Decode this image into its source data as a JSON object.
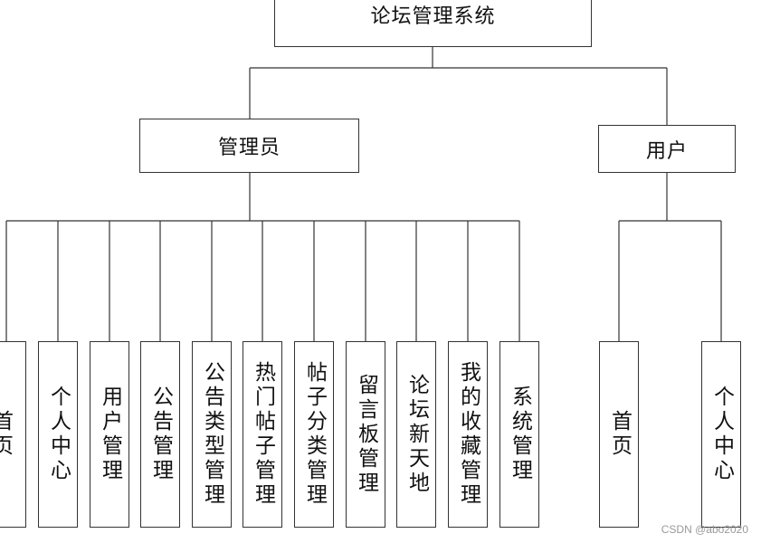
{
  "root": {
    "label": "论坛管理系统"
  },
  "roles": [
    {
      "label": "管理员"
    },
    {
      "label": "用户"
    }
  ],
  "admin_modules": [
    "首页",
    "个人中心",
    "用户管理",
    "公告管理",
    "公告类型管理",
    "热门帖子管理",
    "帖子分类管理",
    "留言板管理",
    "论坛新天地",
    "我的收藏管理",
    "系统管理"
  ],
  "user_modules": [
    "首页",
    "个人中心"
  ],
  "watermark": "CSDN @abo2020"
}
